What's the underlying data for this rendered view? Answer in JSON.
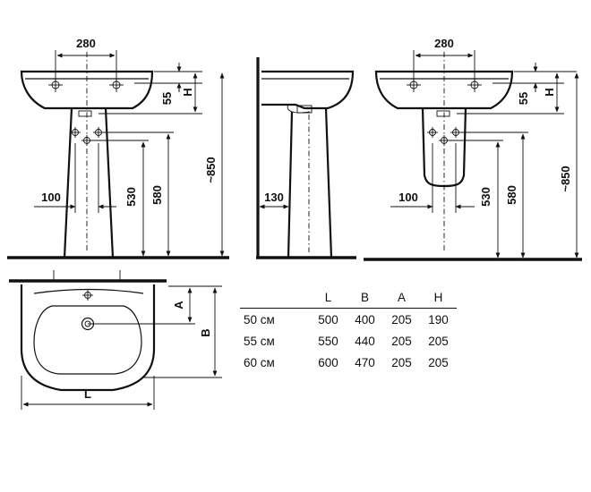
{
  "front_view": {
    "dims": {
      "width_top": "280",
      "h_offset": "55",
      "h_label": "H",
      "overall_height": "~850",
      "left_height": "530",
      "right_height": "580",
      "pipe_offset": "100"
    }
  },
  "side_view": {
    "dims": {
      "wall_offset": "130"
    }
  },
  "halfpedestal_view": {
    "dims": {
      "width_top": "280",
      "h_offset": "55",
      "h_label": "H",
      "overall_height": "~850",
      "left_height": "530",
      "right_height": "580",
      "pipe_offset": "100"
    }
  },
  "plan_view": {
    "dims": {
      "a_label": "A",
      "b_label": "B",
      "l_label": "L"
    }
  },
  "table": {
    "headers": [
      "",
      "L",
      "B",
      "A",
      "H"
    ],
    "rows": [
      {
        "label": "50 см",
        "values": [
          "500",
          "400",
          "205",
          "190"
        ]
      },
      {
        "label": "55 см",
        "values": [
          "550",
          "440",
          "205",
          "205"
        ]
      },
      {
        "label": "60 см",
        "values": [
          "600",
          "470",
          "205",
          "205"
        ]
      }
    ]
  }
}
